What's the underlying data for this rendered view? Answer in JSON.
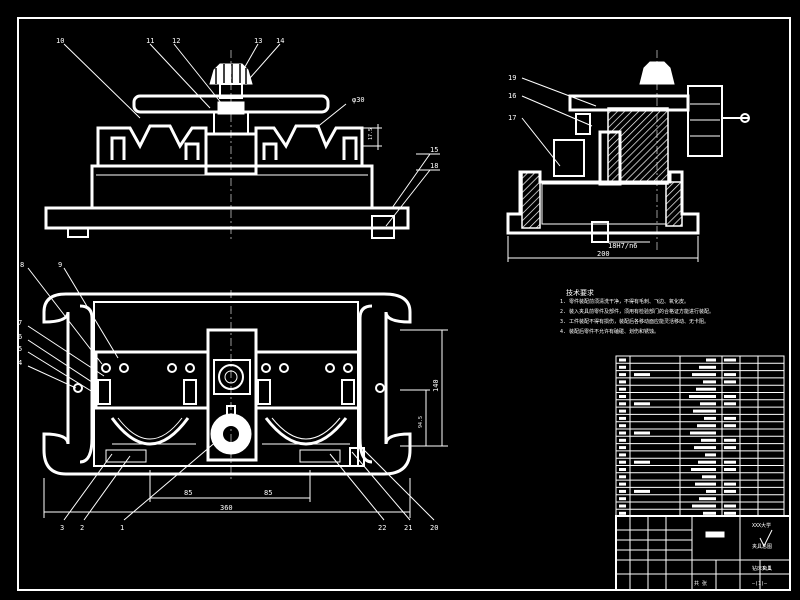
{
  "balloons": {
    "front": [
      "10",
      "11",
      "12",
      "13",
      "14",
      "15",
      "18"
    ],
    "side": [
      "19",
      "16",
      "17"
    ],
    "plan_left": [
      "8",
      "9",
      "7",
      "6",
      "5",
      "4",
      "3",
      "2",
      "1"
    ],
    "plan_right": [
      "22",
      "21",
      "20"
    ]
  },
  "dims": {
    "phi30": "φ30",
    "d175": "17.5",
    "fit": "18H7/n6",
    "w200": "200",
    "h140": "140",
    "d94": "94.5",
    "l85a": "85",
    "l85b": "85",
    "w360": "360"
  },
  "tech_req": {
    "title": "技术要求",
    "items": [
      "1. 零件装配前须清洗干净，不得有毛刺、飞边、氧化皮。",
      "2. 装入夹具前零件及部件，须用有检验部门的合格证方能进行装配。",
      "3. 工件装配不得有损伤，装配后各移动面应能灵活移动、无卡阻。",
      "4. 装配后零件不允许有磕碰、划伤和锈蚀。"
    ]
  },
  "title_block": {
    "school": "XXX大学",
    "drawing_name": "夹具总图",
    "label_a": "钻床夹具",
    "scale": "1:1",
    "sheet": "共 张",
    "stamp": "—(1)—"
  },
  "icons": {
    "surface_finish": "surface-finish-icon"
  }
}
